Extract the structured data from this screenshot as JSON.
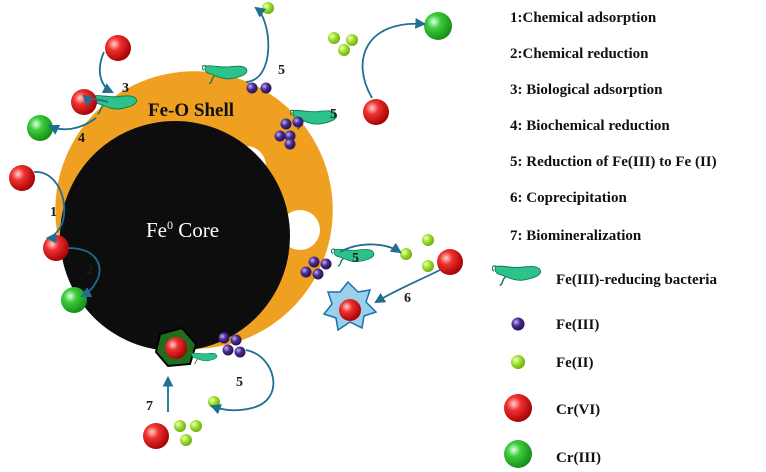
{
  "diagram": {
    "core_label": {
      "main": "Fe",
      "sup": "0",
      "rest": " Core"
    },
    "shell_label": "Fe-O Shell",
    "step_numbers": [
      "1",
      "2",
      "3",
      "4",
      "5",
      "5",
      "5",
      "5",
      "6",
      "7"
    ],
    "colors": {
      "shell": "#f0a020",
      "core": "#0d0d0d",
      "arrow": "#1f6f93",
      "cr6": "#e21a1a",
      "cr3": "#2db52d",
      "fe3": "#4a2c8f",
      "fe2": "#9ee22a",
      "bacteria": "#2cc28a"
    }
  },
  "legend": {
    "mechanisms": [
      "1:Chemical adsorption",
      "2:Chemical reduction",
      "3: Biological adsorption",
      "4: Biochemical reduction",
      "5: Reduction of Fe(III) to Fe (II)",
      "6: Coprecipitation",
      "7: Biomineralization"
    ],
    "symbols": [
      {
        "icon": "bacteria-icon",
        "label": "Fe(III)-reducing bacteria"
      },
      {
        "icon": "fe3-ion-icon",
        "label": "Fe(III)"
      },
      {
        "icon": "fe2-ion-icon",
        "label": "Fe(II)"
      },
      {
        "icon": "cr6-ion-icon",
        "label": "Cr(VI)"
      },
      {
        "icon": "cr3-ion-icon",
        "label": "Cr(III)"
      }
    ]
  }
}
